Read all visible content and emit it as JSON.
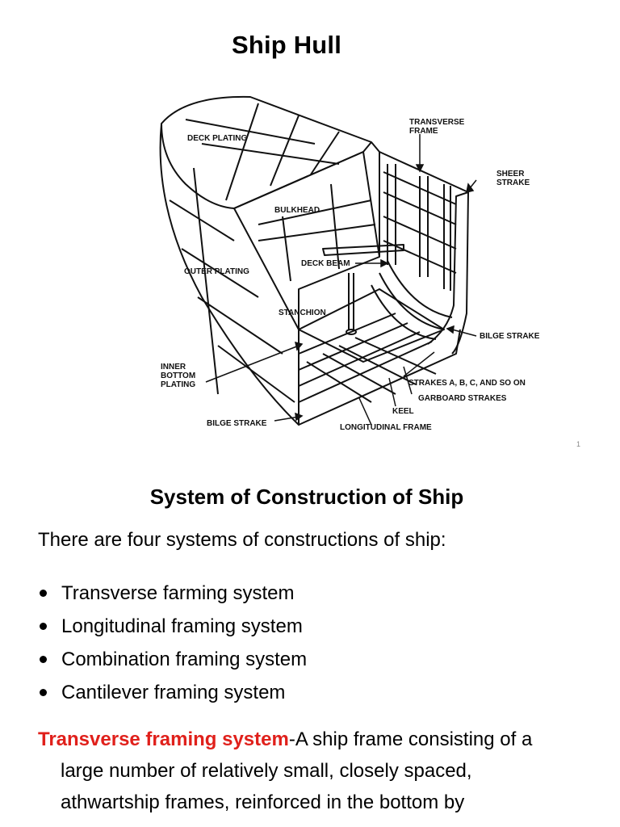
{
  "slide": {
    "title": "Ship Hull",
    "page_number": "1",
    "labels": {
      "deck_plating": "DECK PLATING",
      "transverse_frame": "TRANSVERSE\nFRAME",
      "sheer_strake": "SHEER\nSTRAKE",
      "bulkhead": "BULKHEAD",
      "outer_plating": "OUTER PLATING",
      "deck_beam": "DECK BEAM",
      "stanchion": "STANCHION",
      "bilge_strake_right": "BILGE STRAKE",
      "inner_bottom_plating": "INNER\nBOTTOM\nPLATING",
      "strakes": "STRAKES A, B, C, AND SO ON",
      "garboard_strakes": "GARBOARD STRAKES",
      "keel": "KEEL",
      "bilge_strake_left": "BILGE STRAKE",
      "longitudinal_frame": "LONGITUDINAL FRAME"
    }
  },
  "section": {
    "title": "System of Construction of Ship",
    "intro": "There are four systems of constructions of ship:",
    "bullets": [
      "Transverse farming system",
      "Longitudinal framing system",
      "Combination framing system",
      "Cantilever framing system"
    ],
    "paragraph": {
      "highlight": "Transverse framing system",
      "line1_rest": "-A ship frame consisting of a",
      "line2": "large number of relatively small, closely spaced,",
      "line3": "athwartship frames, reinforced in the bottom by"
    }
  },
  "colors": {
    "highlight": "#e0201b"
  }
}
